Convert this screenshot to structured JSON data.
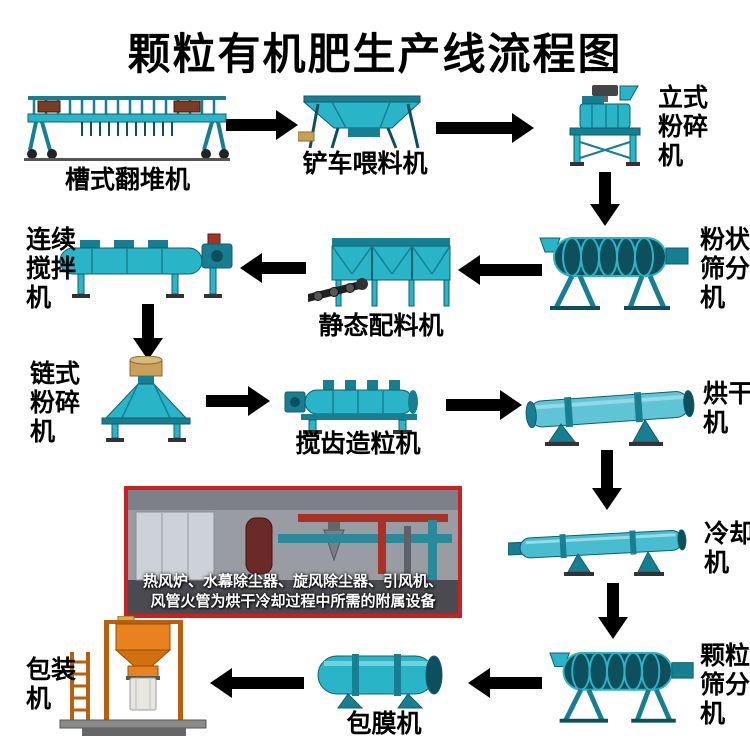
{
  "title": "颗粒有机肥生产线流程图",
  "machines": {
    "trough_turner": "槽式翻堆机",
    "loader_feeder": "铲车喂料机",
    "vertical_crusher": "立式粉碎机",
    "powder_screener": "粉状筛分机",
    "static_batcher": "静态配料机",
    "continuous_mixer": "连续搅拌机",
    "chain_crusher": "链式粉碎机",
    "stirring_granulator": "搅齿造粒机",
    "dryer": "烘干机",
    "cooler": "冷却机",
    "granule_screener": "颗粒筛分机",
    "coating_machine": "包膜机",
    "packing_machine": "包装机"
  },
  "auxiliary_note": {
    "line1": "热风炉、水幕除尘器、旋风除尘器、引风机、",
    "line2": "风管火管为烘干冷却过程中所需的附属设备"
  },
  "colors": {
    "machine": "#2ab4c8",
    "machine_dark": "#177f91",
    "packer_orange": "#e8821e",
    "arrow": "#000000",
    "photo_border": "#cc2020"
  }
}
